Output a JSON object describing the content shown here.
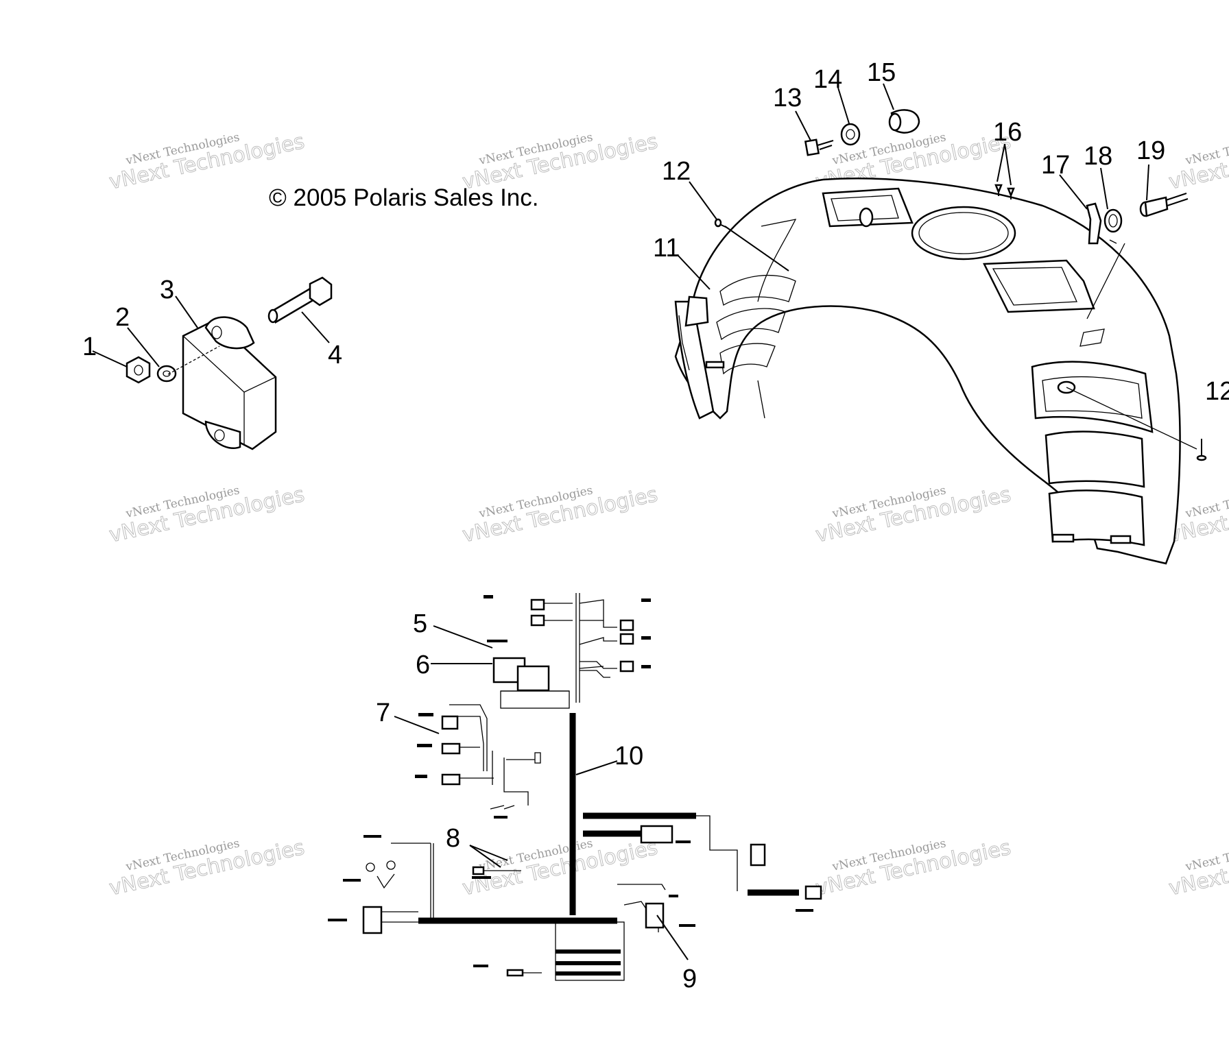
{
  "copyright": "© 2005 Polaris Sales Inc.",
  "watermark": {
    "line1": "vNext Technologies",
    "line2": "vNext Technologies"
  },
  "callouts": {
    "c1": "1",
    "c2": "2",
    "c3": "3",
    "c4": "4",
    "c5": "5",
    "c6": "6",
    "c7": "7",
    "c8": "8",
    "c9": "9",
    "c10": "10",
    "c11": "11",
    "c12a": "12",
    "c12b": "12",
    "c13": "13",
    "c14": "14",
    "c15": "15",
    "c16": "16",
    "c17": "17",
    "c18": "18",
    "c19": "19"
  }
}
